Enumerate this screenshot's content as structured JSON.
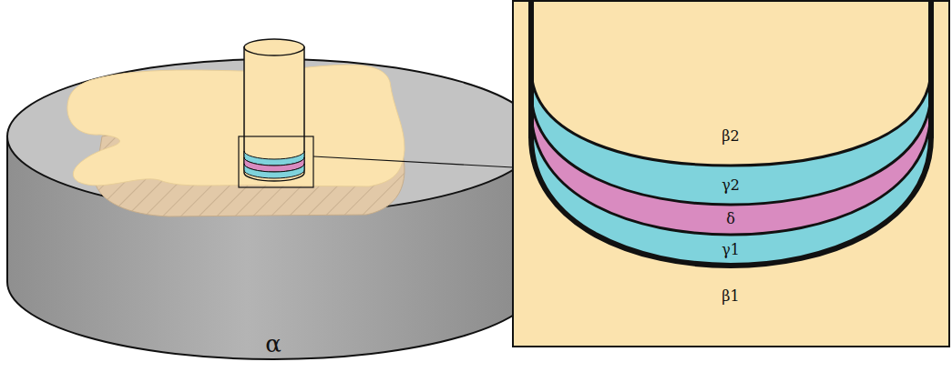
{
  "diagram": {
    "labels": [
      "β2",
      "γ2",
      "δ",
      "γ1",
      "β1",
      "α"
    ]
  }
}
